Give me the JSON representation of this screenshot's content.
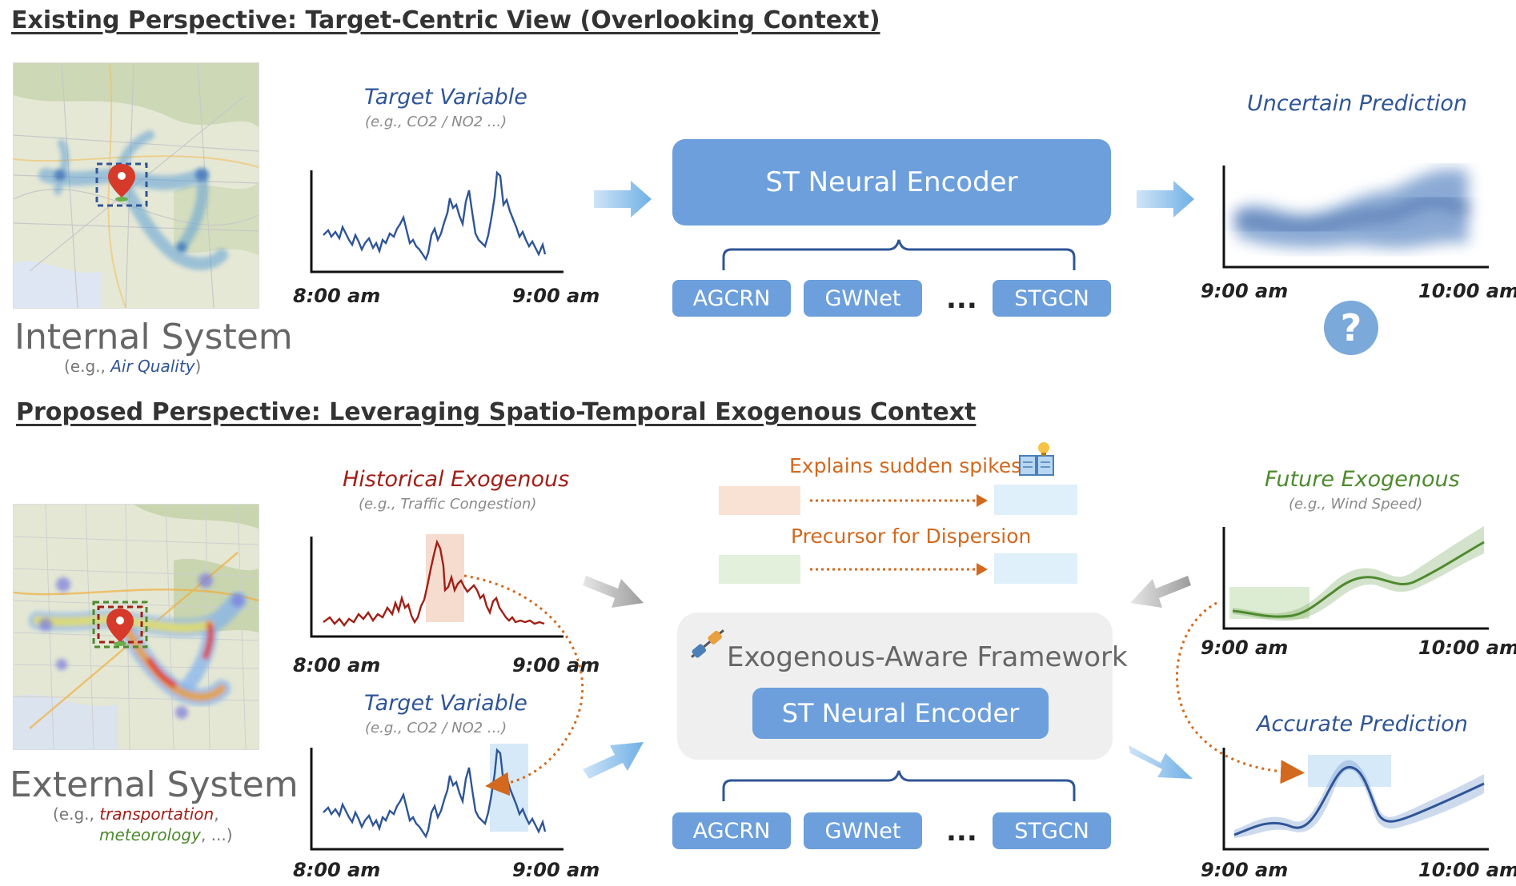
{
  "colors": {
    "blue_line": "#2f5597",
    "red_line": "#a01f17",
    "green_line": "#4e8a2e",
    "pill": "#6c9fdc",
    "orange": "#d2691e",
    "framework_bg": "#efefef"
  },
  "top": {
    "heading": "Existing Perspective: Target-Centric View (Overlooking Context)",
    "system_name": "Internal System",
    "system_sub_prefix": "(e.g., ",
    "system_sub_highlight": "Air Quality",
    "system_sub_suffix": ")",
    "target_title": "Target Variable",
    "target_sub": "(e.g., CO2 / NO2 ...)",
    "time_start": "8:00 am",
    "time_end": "9:00 am",
    "encoder_label": "ST Neural Encoder",
    "models": [
      "AGCRN",
      "GWNet",
      "STGCN"
    ],
    "ellipsis": "...",
    "pred_title": "Uncertain Prediction",
    "pred_time_start": "9:00 am",
    "pred_time_end": "10:00 am",
    "question_mark": "?"
  },
  "bottom": {
    "heading": "Proposed Perspective: Leveraging Spatio-Temporal Exogenous Context",
    "system_name": "External System",
    "system_sub_prefix": "(e.g., ",
    "system_sub_red": "transportation",
    "system_sub_comma": ",",
    "system_sub_green": "meteorology",
    "system_sub_suffix": ", ...)",
    "hist_title": "Historical Exogenous",
    "hist_sub": "(e.g., Traffic Congestion)",
    "target_title": "Target Variable",
    "target_sub": "(e.g., CO2 / NO2 ...)",
    "time_start": "8:00 am",
    "time_end": "9:00 am",
    "explain_label": "Explains sudden spikes",
    "precursor_label": "Precursor for Dispersion",
    "framework_title": "Exogenous-Aware Framework",
    "encoder_label": "ST Neural Encoder",
    "models": [
      "AGCRN",
      "GWNet",
      "STGCN"
    ],
    "ellipsis": "...",
    "future_title": "Future Exogenous",
    "future_sub": "(e.g., Wind Speed)",
    "future_time_start": "9:00 am",
    "future_time_end": "10:00 am",
    "pred_title": "Accurate Prediction",
    "pred_time_start": "9:00 am",
    "pred_time_end": "10:00 am"
  }
}
